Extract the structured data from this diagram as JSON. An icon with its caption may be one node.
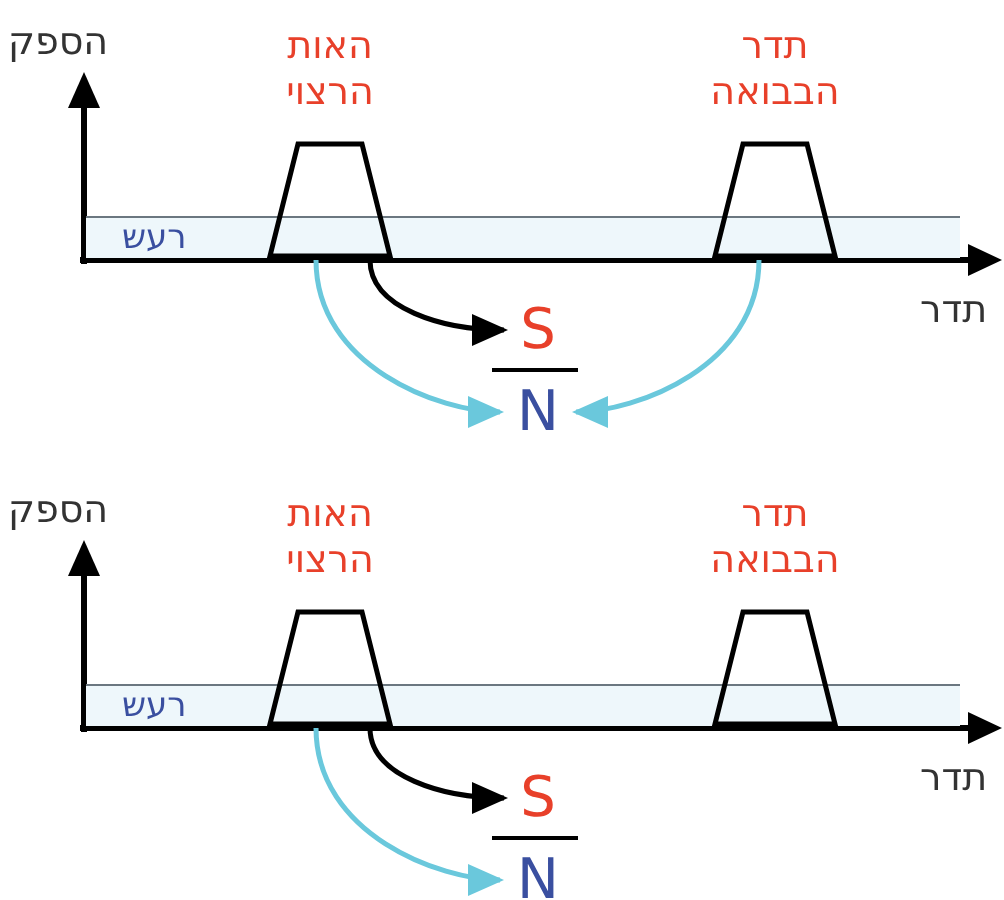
{
  "diagram": {
    "nodes": [
      {
        "text": [
          "האות הרצוי"
        ]
      },
      {
        "text": [
          "תדר הבבואה"
        ]
      },
      {
        "text": [
          "רעש"
        ]
      },
      {
        "text": [
          "S"
        ]
      },
      {
        "text": [
          "N"
        ]
      },
      {
        "text": [
          "האות הרצוי"
        ]
      },
      {
        "text": [
          "תדר הבבואה"
        ]
      },
      {
        "text": [
          "רעש"
        ]
      },
      {
        "text": [
          "S"
        ]
      },
      {
        "text": [
          "N"
        ]
      }
    ],
    "edges": [
      {
        "from": 0,
        "to": 3,
        "arrow": "to",
        "color": "#000000"
      },
      {
        "from": 0,
        "to": 4,
        "arrow": "to",
        "color": "#6ac8dc"
      },
      {
        "from": 1,
        "to": 4,
        "arrow": "to",
        "color": "#6ac8dc"
      },
      {
        "from": 5,
        "to": 8,
        "arrow": "to",
        "color": "#000000"
      },
      {
        "from": 5,
        "to": 9,
        "arrow": "to",
        "color": "#6ac8dc"
      }
    ],
    "labels": [
      "הספק",
      "תדר",
      "הספק",
      "תדר"
    ]
  }
}
